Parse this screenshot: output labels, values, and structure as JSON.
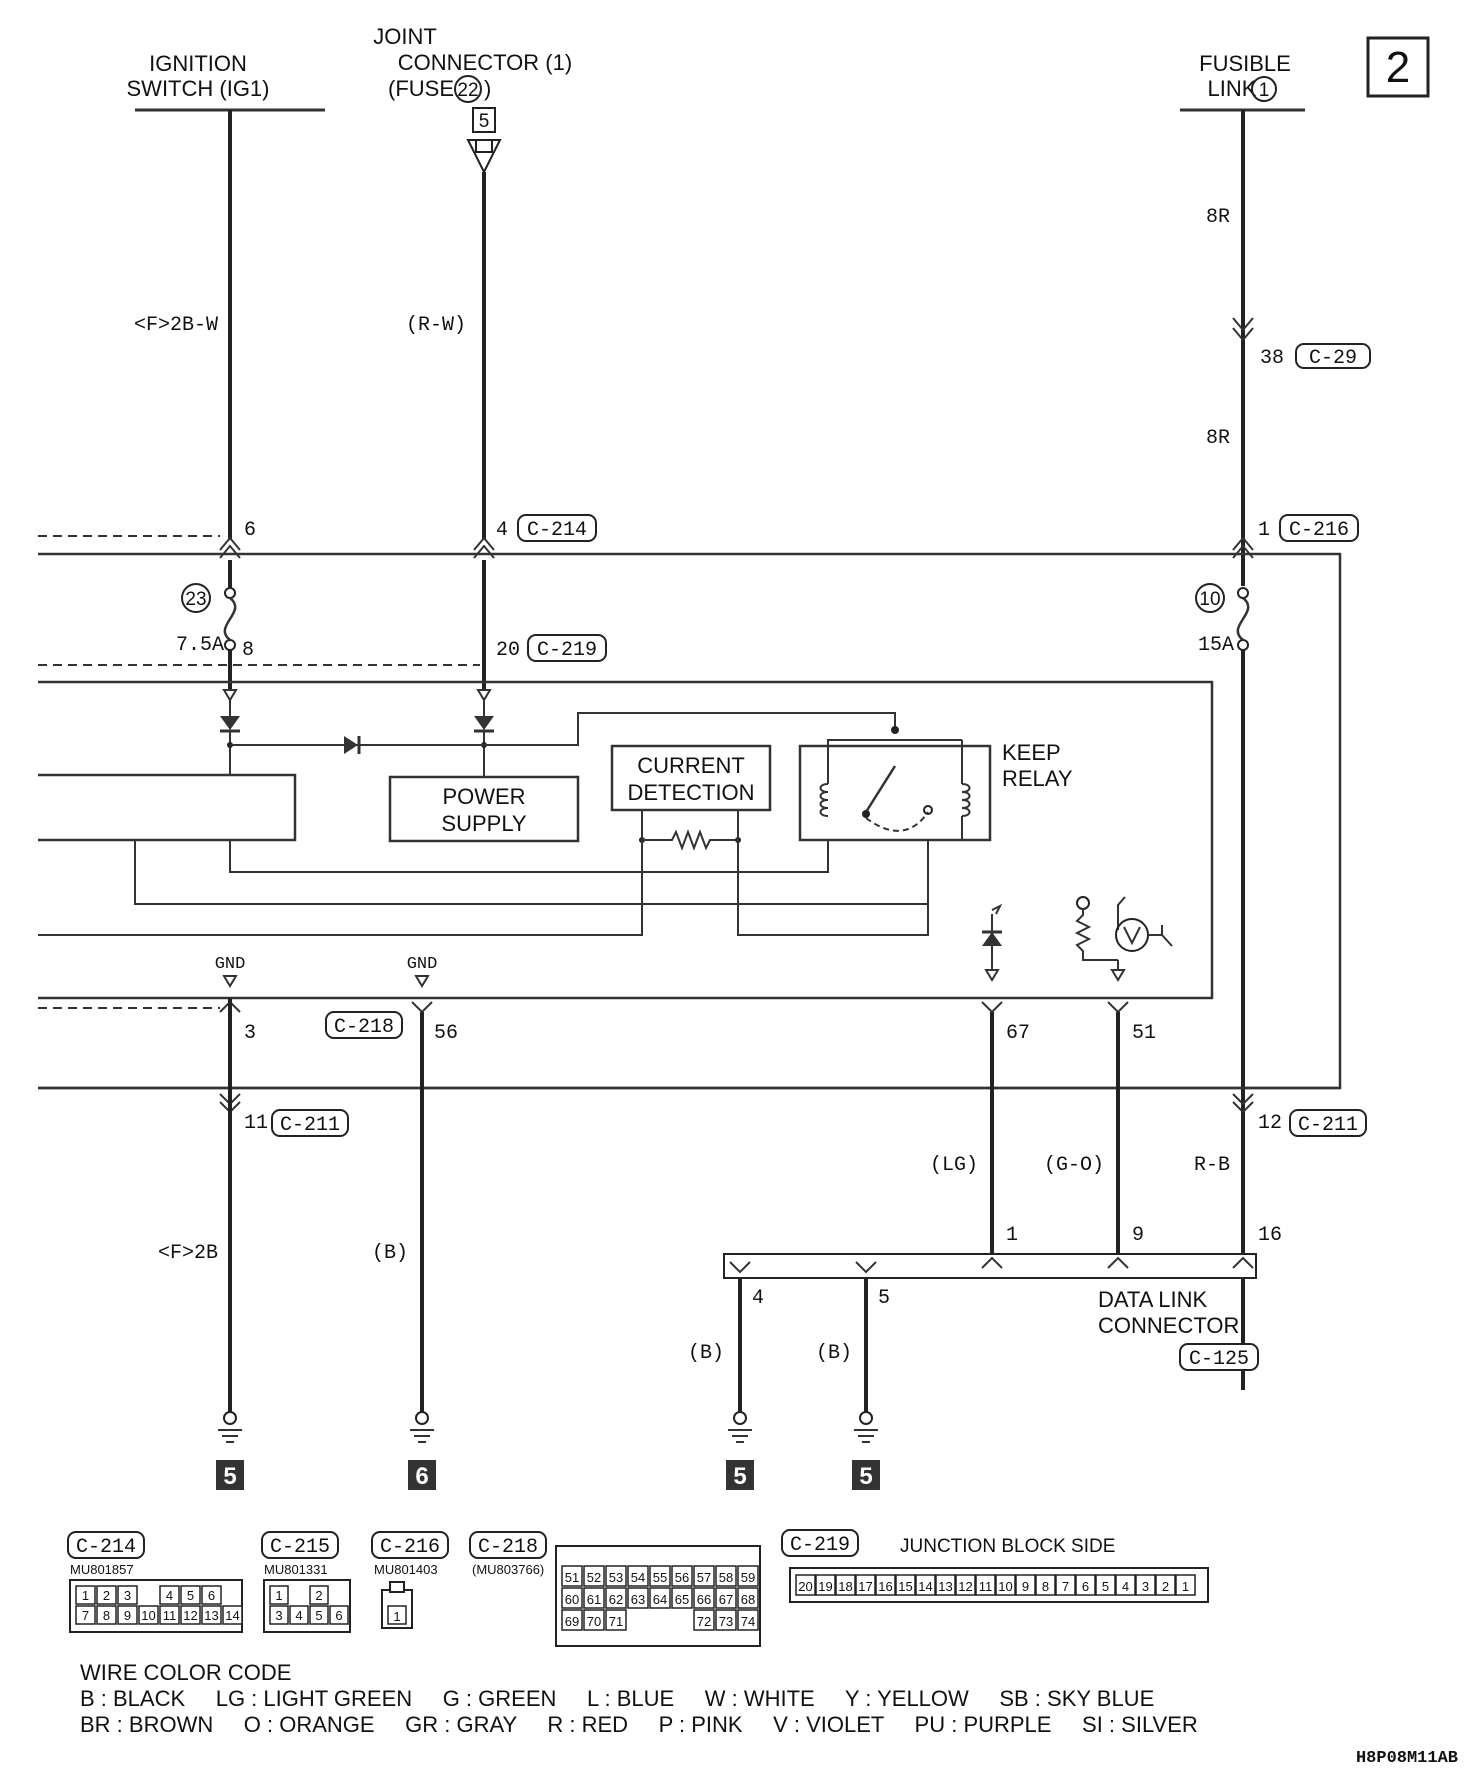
{
  "page_number": "2",
  "image_code": "H8P08M11AB",
  "sources": {
    "ignition_switch": "IGNITION SWITCH (IG1)",
    "joint_connector_line1": "JOINT",
    "joint_connector_line2": "CONNECTOR (1)",
    "joint_connector_line3_prefix": "(FUSE",
    "joint_connector_fuse": "22",
    "joint_connector_line3_suffix": ")",
    "joint_connector_ref": "5",
    "fusible_link_line1": "FUSIBLE",
    "fusible_link_line2": "LINK",
    "fusible_link_num": "1"
  },
  "wires": {
    "ign_color": "<F>2B-W",
    "joint_color": "(R-W)",
    "fusible_color_top": "8R",
    "fusible_color_mid": "8R",
    "pin_38": "38",
    "conn_c29": "C-29",
    "pin_6": "6",
    "pin_4": "4",
    "conn_c214": "C-214",
    "pin_1": "1",
    "conn_c216": "C-216",
    "fuse23_num": "23",
    "fuse23_amp": "7.5A",
    "pin_8": "8",
    "pin_20": "20",
    "conn_c219": "C-219",
    "fuse10_num": "10",
    "fuse10_amp": "15A",
    "gnd1": "GND",
    "gnd2": "GND",
    "pin_3": "3",
    "conn_c218": "C-218",
    "pin_56": "56",
    "pin_67": "67",
    "pin_51": "51",
    "pin_11": "11",
    "conn_c211_a": "C-211",
    "pin_12": "12",
    "conn_c211_b": "C-211",
    "color_lg": "(LG)",
    "color_go": "(G-O)",
    "color_rb": "R-B",
    "color_f2b": "<F>2B",
    "color_b1": "(B)",
    "color_b2": "(B)",
    "color_b3": "(B)",
    "dlc_pin1": "1",
    "dlc_pin9": "9",
    "dlc_pin16": "16",
    "dlc_pin4": "4",
    "dlc_pin5": "5",
    "dlc_line1": "DATA LINK",
    "dlc_line2": "CONNECTOR",
    "conn_c125": "C-125",
    "ground_refs": [
      "5",
      "6",
      "5",
      "5"
    ]
  },
  "internal": {
    "power_supply_1": "POWER",
    "power_supply_2": "SUPPLY",
    "current_detection_1": "CURRENT",
    "current_detection_2": "DETECTION",
    "keep_relay_1": "KEEP",
    "keep_relay_2": "RELAY"
  },
  "connector_views": {
    "c214": {
      "ref": "C-214",
      "part": "MU801857",
      "row1": [
        "1",
        "2",
        "3",
        "",
        "4",
        "5",
        "6"
      ],
      "row2": [
        "7",
        "8",
        "9",
        "10",
        "11",
        "12",
        "13",
        "14"
      ]
    },
    "c215": {
      "ref": "C-215",
      "part": "MU801331",
      "row1": [
        "1",
        "",
        "2"
      ],
      "row2": [
        "3",
        "4",
        "5",
        "6"
      ]
    },
    "c216": {
      "ref": "C-216",
      "part": "MU801403",
      "row1": [
        "1"
      ]
    },
    "c218": {
      "ref": "C-218",
      "part": "(MU803766)",
      "row1": [
        "51",
        "52",
        "53",
        "54",
        "55",
        "56",
        "57",
        "58",
        "59"
      ],
      "row2": [
        "60",
        "61",
        "62",
        "63",
        "64",
        "65",
        "66",
        "67",
        "68"
      ],
      "row3": [
        "69",
        "70",
        "71",
        "",
        "",
        "",
        "72",
        "73",
        "74"
      ]
    },
    "c219": {
      "ref": "C-219",
      "caption": "JUNCTION BLOCK SIDE",
      "row1": [
        "20",
        "19",
        "18",
        "17",
        "16",
        "15",
        "14",
        "13",
        "12",
        "11",
        "10",
        "9",
        "8",
        "7",
        "6",
        "5",
        "4",
        "3",
        "2",
        "1"
      ]
    }
  },
  "legend": {
    "title": "WIRE COLOR CODE",
    "line1": "B : BLACK     LG : LIGHT GREEN     G : GREEN     L : BLUE     W : WHITE     Y : YELLOW     SB : SKY BLUE",
    "line2": "BR : BROWN     O : ORANGE     GR : GRAY     R : RED     P : PINK     V : VIOLET     PU : PURPLE     SI : SILVER"
  }
}
